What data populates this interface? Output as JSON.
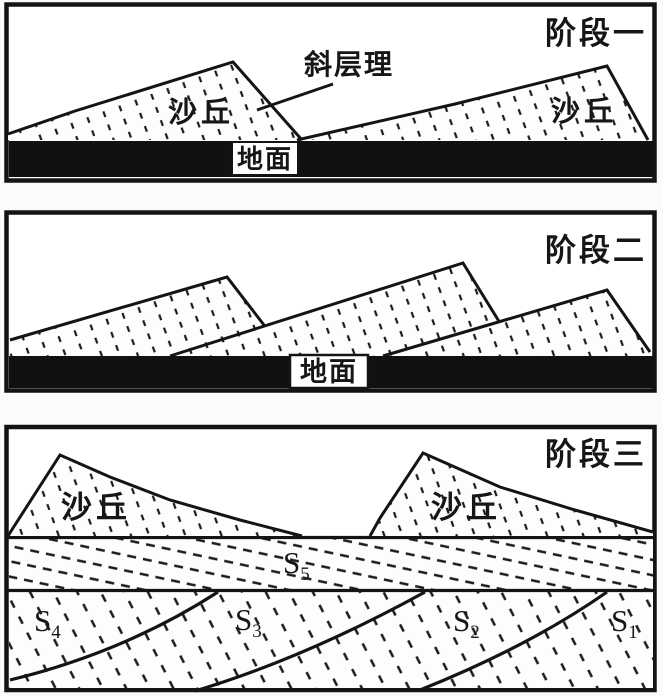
{
  "figure": {
    "description_labels": {
      "cross_bedding": "斜层理",
      "ground": "地面",
      "dune": "沙丘"
    },
    "colors": {
      "ink": "#161616",
      "ground_strip": "#111111",
      "paper": "#fbfbfa"
    }
  },
  "panels": [
    {
      "stage_label": "阶段一",
      "dune_labels": [
        "沙丘",
        "沙丘"
      ],
      "annotation": "斜层理",
      "ground_label": "地面"
    },
    {
      "stage_label": "阶段二",
      "ground_label": "地面"
    },
    {
      "stage_label": "阶段三",
      "dune_labels": [
        "沙丘",
        "沙丘"
      ],
      "strata_labels": [
        {
          "base": "S",
          "sub": "5"
        },
        {
          "base": "S",
          "sub": "4"
        },
        {
          "base": "S",
          "sub": "3"
        },
        {
          "base": "S",
          "sub": "2"
        },
        {
          "base": "S",
          "sub": "1"
        }
      ]
    }
  ]
}
